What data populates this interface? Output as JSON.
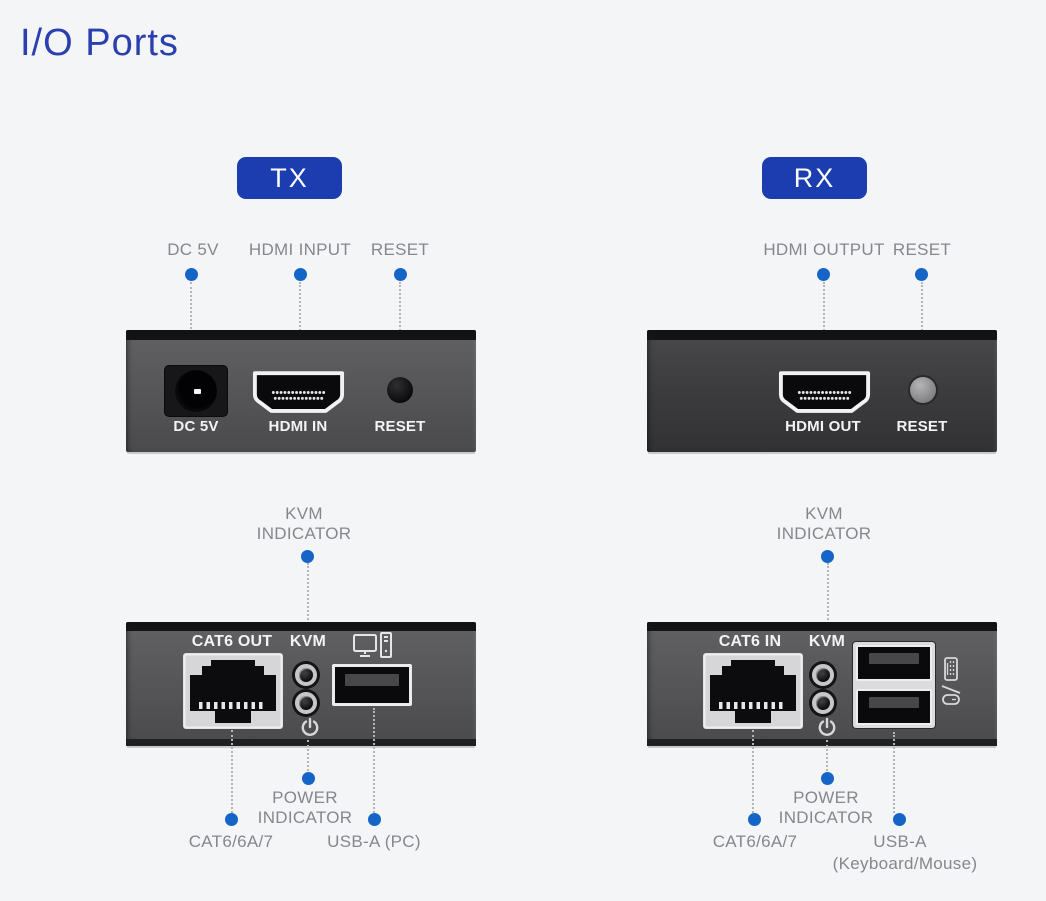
{
  "page": {
    "title": "I/O Ports"
  },
  "colors": {
    "accent_blue": "#1b3daf",
    "title_blue": "#2c3fae",
    "dot_blue": "#1565c8",
    "label_gray": "#86878e",
    "background": "#f4f5f7",
    "panel_gray": "#575759"
  },
  "icons": {
    "power": "power-icon",
    "pc_host": "pc-host-icon",
    "keyboard_mouse": "keyboard-mouse-icon"
  },
  "tx": {
    "badge": "TX",
    "callouts_top": {
      "dc": "DC 5V",
      "hdmi": "HDMI INPUT",
      "reset": "RESET"
    },
    "panel_top": {
      "dc": "DC 5V",
      "hdmi": "HDMI IN",
      "reset": "RESET"
    },
    "kvm_callout": {
      "line1": "KVM",
      "line2": "INDICATOR"
    },
    "panel_bottom": {
      "cat6": "CAT6 OUT",
      "kvm": "KVM"
    },
    "callouts_bottom": {
      "power1": "POWER",
      "power2": "INDICATOR",
      "cat6": "CAT6/6A/7",
      "usb": "USB-A (PC)"
    }
  },
  "rx": {
    "badge": "RX",
    "callouts_top": {
      "hdmi": "HDMI OUTPUT",
      "reset": "RESET"
    },
    "panel_top": {
      "hdmi": "HDMI OUT",
      "reset": "RESET"
    },
    "kvm_callout": {
      "line1": "KVM",
      "line2": "INDICATOR"
    },
    "panel_bottom": {
      "cat6": "CAT6 IN",
      "kvm": "KVM"
    },
    "callouts_bottom": {
      "power1": "POWER",
      "power2": "INDICATOR",
      "cat6": "CAT6/6A/7",
      "usb1": "USB-A",
      "usb2": "(Keyboard/Mouse)"
    }
  }
}
